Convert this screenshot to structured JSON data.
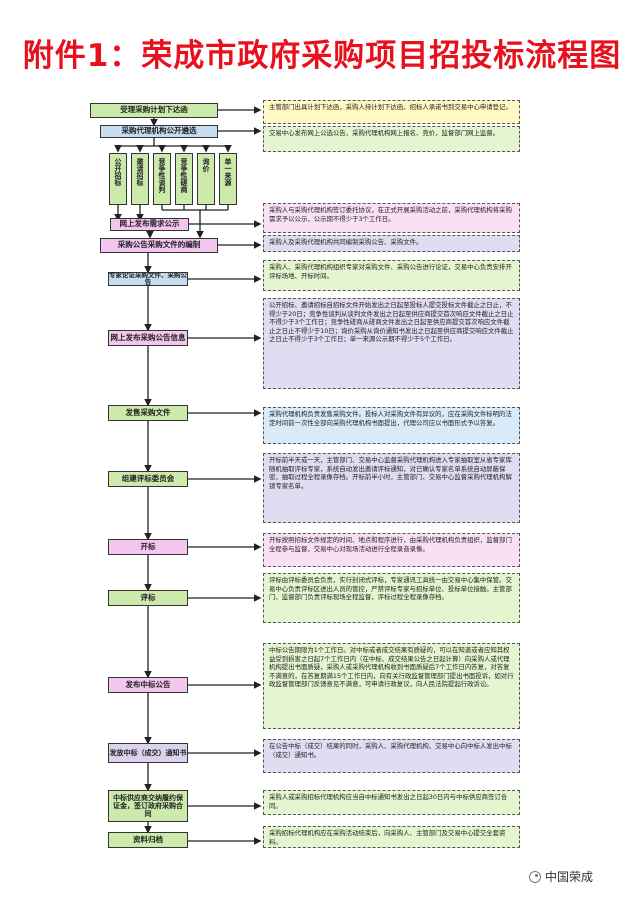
{
  "title": "附件1：荣成市政府采购项目招投标流程图",
  "steps": {
    "s1": "受理采购计划下达函",
    "s2": "采购代理机构公开遴选",
    "s3": "网上发布需求公示",
    "s4": "采购公告采购文件的编制",
    "s5": "专家论证采购文件、采购公告",
    "s6": "网上发布采购公告信息",
    "s7": "发售采购文件",
    "s8": "组建评标委员会",
    "s9": "开标",
    "s10": "评标",
    "s11": "发布中标公告",
    "s12": "发放中标（成交）通知书",
    "s13": "中标供应商交纳履约保证金，签订政府采购合同",
    "s14": "资料归档"
  },
  "methods": [
    "公开招标",
    "邀请招标",
    "竞争性谈判",
    "竞争性磋商",
    "询价",
    "单一来源"
  ],
  "notes": {
    "n1": "主管部门出具计划下达函，采购人持计划下达函、招标人承诺书到交易中心申请登记。",
    "n2": "交易中心发布网上公选公告，采购代理机构网上报名、竞价，监督部门网上监督。",
    "n3": "采购人与采购代理机构签订委托协议，在正式开展采购活动之前，采购代理机构将采购需求予以公示，公示期不得少于3个工作日。",
    "n4": "采购人及采购代理机构共同编制采购公告、采购文件。",
    "n5": "采购人、采购代理机构组织专家对采购文件、采购公告进行论证，交易中心负责安排开评标场地、开标时间。",
    "n6": "公开招标、邀请招标自招标文件开始发出之日起至投标人提交投标文件截止之日止，不得少于20日；竞争性谈判从谈判文件发出之日起至供应商提交首次响应文件截止之日止不得少于3个工作日；竞争性磋商从磋商文件发出之日起至供应商提交首次响应文件截止之日止不得少于10日；询价采购从询价通知书发出之日起至供应商提交响应文件截止之日止不得少于3个工作日；单一来源公示期不得少于5个工作日。",
    "n7": "采购代理机构负责发售采购文件。投标人对采购文件有异议的，应在采购文件标明的法定时间前一次性全部向采购代理机构书面提出，代理公司应以书面形式予以答复。",
    "n8": "开标前半天或一天，主管部门、交易中心监督采购代理机构进入专家抽取室从省专家库随机抽取评标专家，系统自动发出邀请评标通知，对已确认专家名单系统自动屏蔽保密，抽取过程全程录像存档。开标前半小时，主管部门、交易中心监督采购代理机构解锁专家名单。",
    "n9": "开标按照招标文件规定的时间、地点和程序进行，由采购代理机构负责组织，监督部门全程参与监督，交易中心对现场活动进行全程录音录像。",
    "n10": "评标由评标委员会负责，实行封闭式评标，专家通讯工具统一由交易中心集中保管。交易中心负责评标区进出人员的管控，严禁评标专家与招标单位、投标单位接触。主管部门、监督部门负责评标现场全程监督，评标过程全程录像存档。",
    "n11": "中标公告期限为1个工作日。对中标或者成交结果有质疑的，可以在知道或者应知其权益受到损害之日起7个工作日内（在中标、成交结果公告之日起计算）向采购人或代理机构提出书面质疑，采购人或采购代理机构收到书面质疑后7个工作日内答复，对答复不满意的，在答复期满15个工作日内，向有关行政监督管理部门提出书面投诉，如对行政监督管理部门反馈意见不满意，可申请行政复议，向人民法院提起行政诉讼。",
    "n12": "在公告中标（成交）结果的同时，采购人、采购代理机构、交易中心向中标人发出中标（成交）通知书。",
    "n13": "采购人或采购招标代理机构应当自中标通知书发出之日起30日内与中标供应商签订合同。",
    "n14": "采购招标代理机构应在采购活动结束后，向采购人、主管部门及交易中心提交全套资料。"
  },
  "watermark": "中国荣成",
  "colors": {
    "title": "#e8101c",
    "green": "#cdeaad",
    "blue": "#c6dcf0",
    "pink": "#f3c6ef",
    "lavender": "#dcd2ee",
    "note_yellow": "#fff9c4",
    "note_green": "#e4f5d0",
    "note_lavender": "#e2dcf2",
    "note_pink": "#f9e0f4",
    "note_blue": "#d9ebf8"
  },
  "icons": {
    "watermark": "wechat-icon"
  }
}
